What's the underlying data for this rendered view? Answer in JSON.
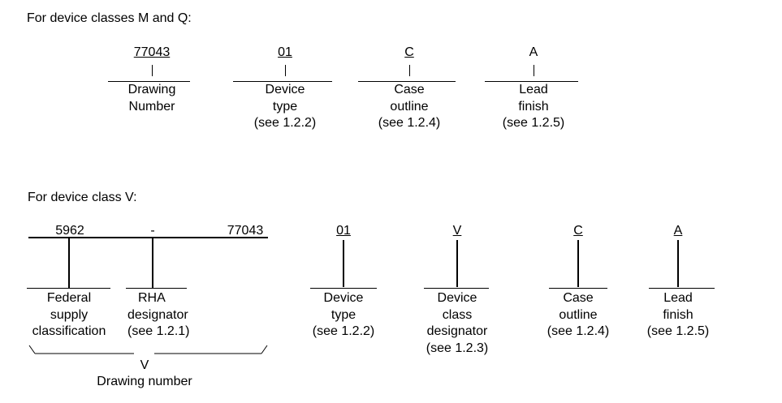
{
  "mq": {
    "heading": "For device classes M and Q:",
    "fields": [
      {
        "code": "77043",
        "desc": [
          "Drawing",
          "Number"
        ]
      },
      {
        "code": "01",
        "desc": [
          "Device",
          "type",
          "(see 1.2.2)"
        ]
      },
      {
        "code": "C",
        "desc": [
          "Case",
          "outline",
          "(see 1.2.4)"
        ]
      },
      {
        "code": "A",
        "desc": [
          "Lead",
          "finish",
          "(see 1.2.5)"
        ]
      }
    ]
  },
  "v": {
    "heading": "For device class V:",
    "fsc_code": "5962",
    "dash": "-",
    "drawing_code": "77043",
    "federal_desc": [
      "Federal",
      "supply",
      "classification"
    ],
    "rha_desc": [
      "RHA",
      "designator",
      "(see 1.2.1)"
    ],
    "fields": [
      {
        "code": "01",
        "desc": [
          "Device",
          "type",
          "(see 1.2.2)"
        ]
      },
      {
        "code": "V",
        "desc": [
          "Device",
          "class",
          "designator",
          "(see 1.2.3)"
        ]
      },
      {
        "code": "C",
        "desc": [
          "Case",
          "outline",
          "(see 1.2.4)"
        ]
      },
      {
        "code": "A",
        "desc": [
          "Lead",
          "finish",
          "(see 1.2.5)"
        ]
      }
    ],
    "brace_marker": "V",
    "drawing_number_label": "Drawing number"
  }
}
